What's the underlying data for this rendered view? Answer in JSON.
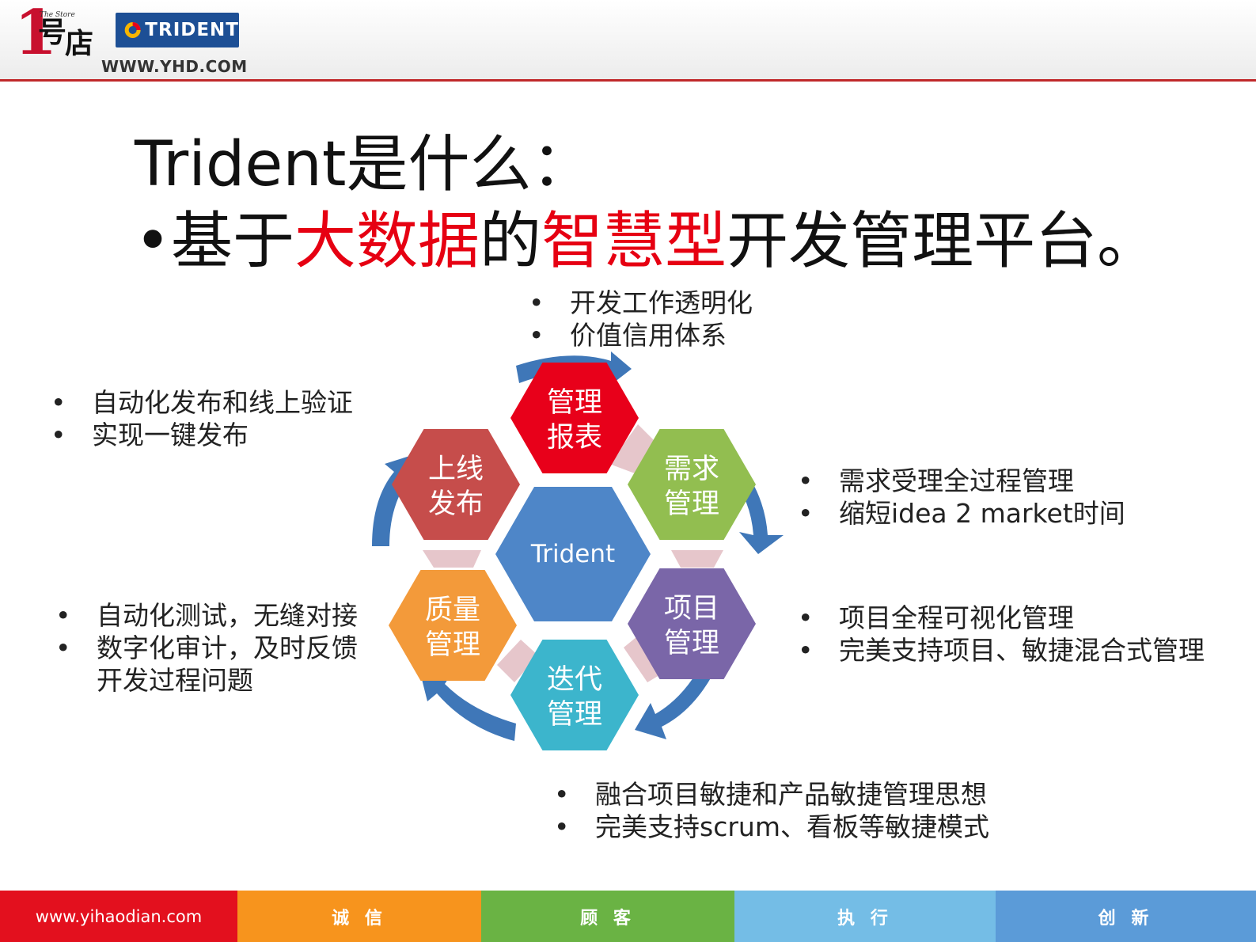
{
  "header": {
    "logo_number": "1",
    "logo_store": "The Store",
    "logo_chars": [
      "号",
      "店"
    ],
    "trident_badge": "TRIDENT",
    "site_url": "WWW.YHD.COM"
  },
  "title": {
    "line1": "Trident是什么：",
    "line2_bullet": "•",
    "line2_parts": [
      "基于",
      "大数据",
      "的",
      "智慧型",
      "开发管理平台。"
    ]
  },
  "center": {
    "label": "Trident"
  },
  "hexagons": [
    {
      "id": "report",
      "label": [
        "管理",
        "报表"
      ],
      "color": "#e8001a"
    },
    {
      "id": "requirement",
      "label": [
        "需求",
        "管理"
      ],
      "color": "#92be50"
    },
    {
      "id": "project",
      "label": [
        "项目",
        "管理"
      ],
      "color": "#7a66a8"
    },
    {
      "id": "iteration",
      "label": [
        "迭代",
        "管理"
      ],
      "color": "#3cb5cc"
    },
    {
      "id": "quality",
      "label": [
        "质量",
        "管理"
      ],
      "color": "#f39a3a"
    },
    {
      "id": "release",
      "label": [
        "上线",
        "发布"
      ],
      "color": "#c64d4b"
    }
  ],
  "notes": {
    "report": [
      "开发工作透明化",
      "价值信用体系"
    ],
    "release": [
      "自动化发布和线上验证",
      "实现一键发布"
    ],
    "requirement": [
      "需求受理全过程管理",
      "缩短idea 2 market时间"
    ],
    "project": [
      "项目全程可视化管理",
      "完美支持项目、敏捷混合式管理"
    ],
    "quality": [
      "自动化测试，无缝对接",
      "数字化审计，及时反馈开发过程问题"
    ],
    "iteration": [
      "融合项目敏捷和产品敏捷管理思想",
      "完美支持scrum、看板等敏捷模式"
    ]
  },
  "footer": [
    {
      "label": "www.yihaodian.com",
      "color": "#e3101e"
    },
    {
      "label": "诚 信",
      "color": "#f7941d"
    },
    {
      "label": "顾 客",
      "color": "#6ab344"
    },
    {
      "label": "执 行",
      "color": "#74bde6"
    },
    {
      "label": "创 新",
      "color": "#5b9bd8"
    }
  ]
}
